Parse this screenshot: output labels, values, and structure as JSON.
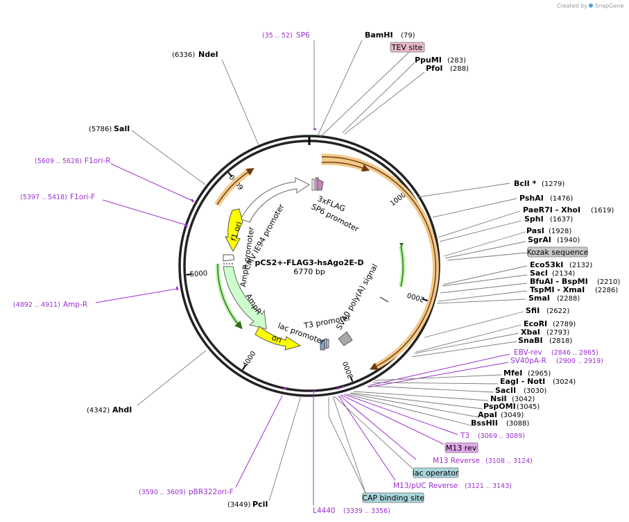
{
  "branding": {
    "created_by": "Created by",
    "app_name": "SnapGene"
  },
  "plasmid": {
    "name": "pCS2+-FLAG3-hsAgo2E-D",
    "size_label": "6770 bp"
  },
  "ticks": [
    "1000",
    "2000",
    "3000",
    "4000",
    "5000",
    "6000"
  ],
  "map_features": {
    "flag": "3xFLAG",
    "sp6": "SP6 promoter",
    "cmv": "CMV IE94 promoter",
    "f1ori": "f1 ori",
    "ampr_promoter": "AmpR promoter",
    "ampr": "AmpR",
    "lac_promoter": "lac promoter",
    "ori": "ori",
    "t3": "T3 promoter",
    "sv40": "SV40 poly(A) signal"
  },
  "sites": [
    {
      "name": "BamHI",
      "pos": "(79)"
    },
    {
      "name": "PpuMI",
      "pos": "(283)"
    },
    {
      "name": "PfoI",
      "pos": "(288)"
    },
    {
      "name": "BclI *",
      "pos": "(1279)"
    },
    {
      "name": "PshAI",
      "pos": "(1476)"
    },
    {
      "name": "PaeR7I - XhoI",
      "pos": "(1619)"
    },
    {
      "name": "SphI",
      "pos": "(1637)"
    },
    {
      "name": "PasI",
      "pos": "(1928)"
    },
    {
      "name": "SgrAI",
      "pos": "(1940)"
    },
    {
      "name": "Eco53kI",
      "pos": "(2132)"
    },
    {
      "name": "SacI",
      "pos": "(2134)"
    },
    {
      "name": "BfuAI - BspMI",
      "pos": "(2210)"
    },
    {
      "name": "TspMI - XmaI",
      "pos": "(2286)"
    },
    {
      "name": "SmaI",
      "pos": "(2288)"
    },
    {
      "name": "SfiI",
      "pos": "(2622)"
    },
    {
      "name": "EcoRI",
      "pos": "(2789)"
    },
    {
      "name": "XbaI",
      "pos": "(2793)"
    },
    {
      "name": "SnaBI",
      "pos": "(2818)"
    },
    {
      "name": "MfeI",
      "pos": "(2965)"
    },
    {
      "name": "EagI - NotI",
      "pos": "(3024)"
    },
    {
      "name": "SacII",
      "pos": "(3030)"
    },
    {
      "name": "NsiI",
      "pos": "(3042)"
    },
    {
      "name": "PspOMI",
      "pos": "(3045)"
    },
    {
      "name": "ApaI",
      "pos": "(3049)"
    },
    {
      "name": "BssHII",
      "pos": "(3088)"
    },
    {
      "name": "PciI",
      "pos": "(3449)"
    },
    {
      "name": "AhdI",
      "pos": "(4342)"
    },
    {
      "name": "SalI",
      "pos": "(5786)"
    },
    {
      "name": "NdeI",
      "pos": "(6336)"
    }
  ],
  "primers": [
    {
      "name": "SP6",
      "range": "(35 .. 52)"
    },
    {
      "name": "F1ori-R",
      "range": "(5609 .. 5628)"
    },
    {
      "name": "F1ori-F",
      "range": "(5397 .. 5418)"
    },
    {
      "name": "Amp-R",
      "range": "(4892 .. 4911)"
    },
    {
      "name": "EBV-rev",
      "range": "(2846 .. 2865)"
    },
    {
      "name": "SV40pA-R",
      "range": "(2900 .. 2919)"
    },
    {
      "name": "T3",
      "range": "(3069 .. 3089)"
    },
    {
      "name": "M13 Reverse",
      "range": "(3108 .. 3124)"
    },
    {
      "name": "M13/pUC Reverse",
      "range": "(3121 .. 3143)"
    },
    {
      "name": "L4440",
      "range": "(3339 .. 3356)"
    },
    {
      "name": "pBR322ori-F",
      "range": "(3590 .. 3609)"
    }
  ],
  "boxes": {
    "tev": "TEV site",
    "kozak": "Kozak sequence",
    "m13rev": "M13 rev",
    "lac_operator": "lac operator",
    "cap": "CAP binding site"
  },
  "colors": {
    "primer": "#9b2fcf",
    "orange_feature": "#f3c98a",
    "yellow_feature": "#ffff00",
    "ampr_fill": "#ccffcc",
    "tev_fill": "#e8b8c8",
    "kozak_fill": "#c8c8c8",
    "operator_fill": "#a9d4dc"
  }
}
